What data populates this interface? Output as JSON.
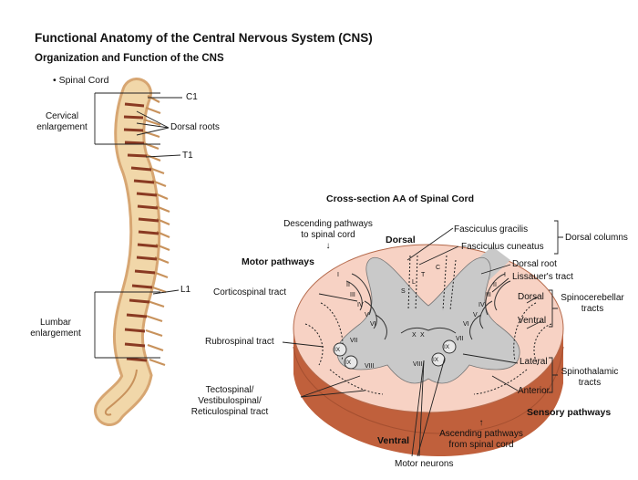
{
  "header": {
    "title": "Functional Anatomy of the Central Nervous System (CNS)",
    "subtitle": "Organization and Function of the CNS",
    "bullet": "• Spinal Cord"
  },
  "spine": {
    "c1": "C1",
    "dorsal_roots": "Dorsal roots",
    "cervical_1": "Cervical",
    "cervical_2": "enlargement",
    "t1": "T1",
    "l1": "L1",
    "lumbar_1": "Lumbar",
    "lumbar_2": "enlargement"
  },
  "cross_section": {
    "title": "Cross-section AA of Spinal Cord",
    "descending_1": "Descending pathways",
    "descending_2": "to spinal cord",
    "descending_arrow": "↓",
    "dorsal": "Dorsal",
    "ventral": "Ventral",
    "motor_pathways": "Motor pathways",
    "sensory_pathways": "Sensory pathways",
    "fasciculus_gracilis": "Fasciculus gracilis",
    "fasciculus_cuneatus": "Fasciculus cuneatus",
    "dorsal_columns": "Dorsal columns",
    "dorsal_root": "Dorsal root",
    "lissauers_tract": "Lissauer's tract",
    "spino_dorsal": "Dorsal",
    "spino_ventral": "Ventral",
    "spinocerebellar_1": "Spinocerebellar",
    "spinocerebellar_2": "tracts",
    "lateral": "Lateral",
    "anterior": "Anterior",
    "spinothalamic_1": "Spinothalamic",
    "spinothalamic_2": "tracts",
    "corticospinal": "Corticospinal tract",
    "rubrospinal": "Rubrospinal tract",
    "tecto_1": "Tectospinal/",
    "tecto_2": "Vestibulospinal/",
    "tecto_3": "Reticulospinal tract",
    "ascending_arrow": "↑",
    "ascending_1": "Ascending pathways",
    "ascending_2": "from spinal cord",
    "motor_neurons": "Motor neurons",
    "laminae": {
      "i": "I",
      "ii": "II",
      "iii": "III",
      "iv": "IV",
      "v": "V",
      "vi": "VI",
      "vii": "VII",
      "viii": "VIII",
      "ix": "IX",
      "x": "X"
    },
    "letters": {
      "s": "S",
      "l": "L",
      "t": "T",
      "c": "C"
    }
  },
  "colors": {
    "bone": "#f1d7a9",
    "bone_dark": "#c8925c",
    "disc": "#8a3a22",
    "white_matter": "#f7d2c4",
    "gray_matter": "#c9c9c9",
    "cord_side": "#c0603c"
  }
}
